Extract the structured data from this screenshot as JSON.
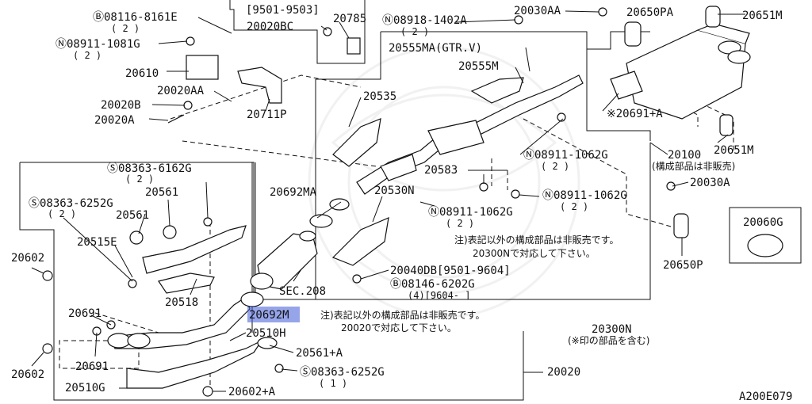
{
  "title_code": "A200E079",
  "inset_part": "20060G",
  "labels": {
    "b_08116": "Ⓑ08116-8161E",
    "b_08116_q": "( 2 )",
    "bracket_9501": "[9501-9503]",
    "p20785": "20785",
    "n_08918": "Ⓝ08918-1402A",
    "n_08918_q": "( 2 )",
    "p20030aa": "20030AA",
    "p20650pa": "20650PA",
    "p20651m_top": "20651M",
    "n_08911_1081": "Ⓝ08911-1081G",
    "n_08911_1081_q": "( 2 )",
    "p20020bc": "20020BC",
    "p20555ma": "20555MA(GTR.V)",
    "p20555m": "20555M",
    "p20610": "20610",
    "p20020aa": "20020AA",
    "p20020b": "20020B",
    "p20020a": "20020A",
    "p20711p": "20711P",
    "p20535": "20535",
    "p20691a": "※20691+A",
    "p20100": "20100",
    "p20100_note": "(構成部品は非販売)",
    "p20651m_mid": "20651M",
    "n_08911_1062_a": "Ⓝ08911-1062G",
    "n_08911_1062_a_q": "( 2 )",
    "s_08363_6162": "Ⓢ08363-6162G",
    "s_08363_6162_q": "( 2 )",
    "p20583": "20583",
    "p20030a": "20030A",
    "p20561_a": "20561",
    "s_08363_6252": "Ⓢ08363-6252G",
    "s_08363_6252_q": "( 2 )",
    "p20692ma": "20692MA",
    "p20530n": "20530N",
    "n_08911_1062_b": "Ⓝ08911-1062G",
    "n_08911_1062_b_q": "( 2 )",
    "n_08911_1062_c": "Ⓝ08911-1062G",
    "n_08911_1062_c_q": "( 2 )",
    "p20561_b": "20561",
    "p20515e": "20515E",
    "note1_l1": "注)表記以外の構成部品は非販売です。",
    "note1_l2": "20300Nで対応して下さい。",
    "p20650p": "20650P",
    "p20602_top": "20602",
    "p20040db": "20040DB[9501-9604]",
    "b_08146": "Ⓑ08146-6202G",
    "b_08146_q": "(4)[9604-     ]",
    "sec208": "SEC.208",
    "p20518": "20518",
    "p20691_top": "20691",
    "p20692m": "20692M",
    "note2_l1": "注)表記以外の構成部品は非販売です。",
    "note2_l2": "20020で対応して下さい。",
    "p20300n": "20300N",
    "p20300n_note": "(※印の部品を含む)",
    "p20510h": "20510H",
    "p20561a": "20561+A",
    "p20691_bot": "20691",
    "p20602_bot": "20602",
    "s_08363_6252_b": "Ⓢ08363-6252G",
    "s_08363_6252_b_q": "( 1 )",
    "p20020": "20020",
    "p20510g": "20510G",
    "p20602a": "20602+A"
  }
}
